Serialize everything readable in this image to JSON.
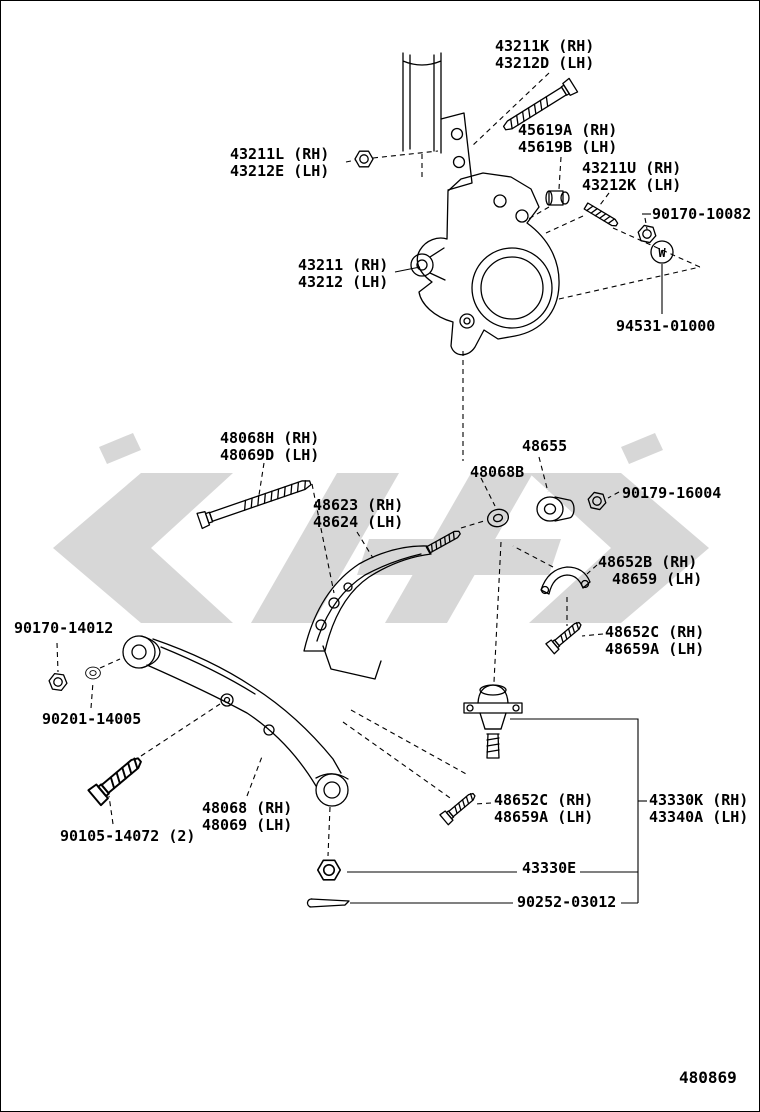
{
  "doc": {
    "code": "480869"
  },
  "marks": {
    "w": "W"
  },
  "labels": {
    "knuckle_bolt": {
      "line1": "43211K (RH)",
      "line2": "43212D (LH)"
    },
    "bushing_45619": {
      "line1": "45619A (RH)",
      "line2": "45619B (LH)"
    },
    "nut_43211l": {
      "line1": "43211L (RH)",
      "line2": "43212E (LH)"
    },
    "stud_43211u": {
      "line1": "43211U (RH)",
      "line2": "43212K (LH)"
    },
    "nut_90170_10082": {
      "line1": "90170-10082"
    },
    "knuckle": {
      "line1": "43211 (RH)",
      "line2": "43212 (LH)"
    },
    "washer_94531": {
      "line1": "94531-01000"
    },
    "bolt_48068h": {
      "line1": "48068H (RH)",
      "line2": "48069D (LH)"
    },
    "bushing_48655": {
      "line1": "48655"
    },
    "washer_48068b": {
      "line1": "48068B"
    },
    "nut_90179": {
      "line1": "90179-16004"
    },
    "arm_48623": {
      "line1": "48623 (RH)",
      "line2": "48624 (LH)"
    },
    "bracket_48652b": {
      "line1": "48652B (RH)",
      "line2": "48659 (LH)"
    },
    "nut_90170_14012": {
      "line1": "90170-14012"
    },
    "bolt_48652c_upper": {
      "line1": "48652C (RH)",
      "line2": "48659A (LH)"
    },
    "washer_90201": {
      "line1": "90201-14005"
    },
    "arm_48068": {
      "line1": "48068 (RH)",
      "line2": "48069 (LH)"
    },
    "bolt_90105": {
      "line1": "90105-14072 (2)"
    },
    "bolt_48652c_lower": {
      "line1": "48652C (RH)",
      "line2": "48659A (LH)"
    },
    "balljoint_43330k": {
      "line1": "43330K (RH)",
      "line2": "43340A (LH)"
    },
    "nut_43330e": {
      "line1": "43330E"
    },
    "pin_90252": {
      "line1": "90252-03012"
    }
  }
}
